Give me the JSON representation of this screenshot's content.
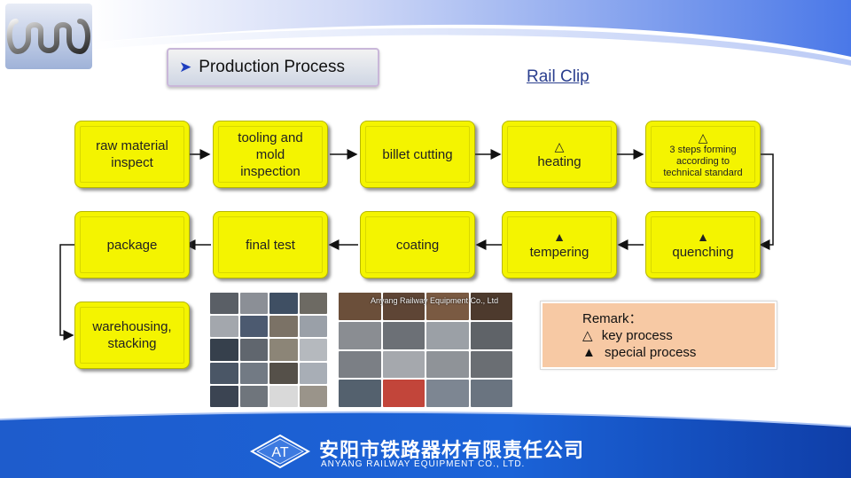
{
  "title": "Production Process",
  "subtitle": "Rail Clip",
  "steps": [
    {
      "id": "raw-material-inspect",
      "lines": [
        "raw material",
        "inspect"
      ],
      "symbol": ""
    },
    {
      "id": "tooling-mold-inspection",
      "lines": [
        "tooling and",
        "mold",
        "inspection"
      ],
      "symbol": ""
    },
    {
      "id": "billet-cutting",
      "lines": [
        "billet cutting"
      ],
      "symbol": ""
    },
    {
      "id": "heating",
      "lines": [
        "heating"
      ],
      "symbol": "△"
    },
    {
      "id": "forming",
      "lines": [
        "3 steps forming",
        "according to",
        "technical standard"
      ],
      "symbol": "△"
    },
    {
      "id": "quenching",
      "lines": [
        "quenching"
      ],
      "symbol": "▲"
    },
    {
      "id": "tempering",
      "lines": [
        "tempering"
      ],
      "symbol": "▲"
    },
    {
      "id": "coating",
      "lines": [
        "coating"
      ],
      "symbol": ""
    },
    {
      "id": "final-test",
      "lines": [
        "final test"
      ],
      "symbol": ""
    },
    {
      "id": "package",
      "lines": [
        "package"
      ],
      "symbol": ""
    },
    {
      "id": "warehousing-stacking",
      "lines": [
        "warehousing,",
        "stacking"
      ],
      "symbol": ""
    }
  ],
  "collage_caption": "Anyang Railway Equipment Co., Ltd",
  "remark": {
    "heading": "Remark：",
    "key_symbol": "△",
    "key_label": "key process",
    "special_symbol": "▲",
    "special_label": "special process"
  },
  "footer": {
    "logo_text": "AT",
    "company_cn": "安阳市铁路器材有限责任公司",
    "company_en": "ANYANG RAILWAY EQUIPMENT CO., LTD."
  },
  "colors": {
    "step_fill": "#f4f400",
    "remark_fill": "#f7c9a4",
    "band_blue": "#1c5fd0",
    "subtitle": "#2b3f8f"
  },
  "icons": {
    "title_bullet": "arrowhead-bullet-icon"
  }
}
